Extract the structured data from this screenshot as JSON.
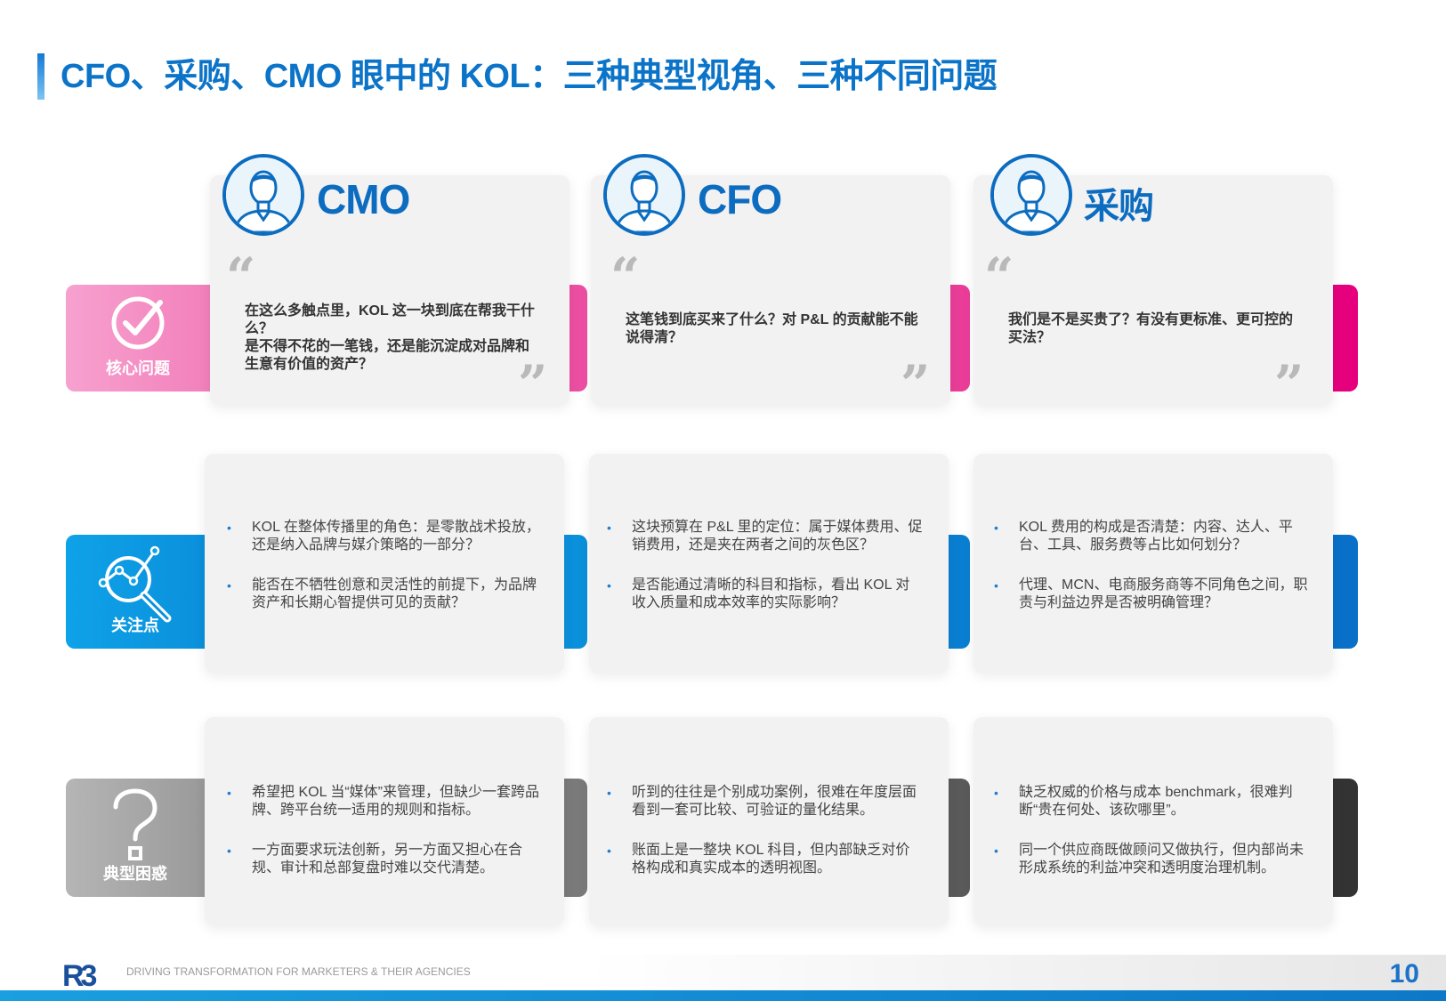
{
  "title": "CFO、采购、CMO 眼中的 KOL：三种典型视角、三种不同问题",
  "rows": {
    "core": {
      "label": "核心问题",
      "icon": "checkmark-circle-icon"
    },
    "focus": {
      "label": "关注点",
      "icon": "magnifier-chart-icon"
    },
    "confusion": {
      "label": "典型困惑",
      "icon": "question-mark-icon"
    }
  },
  "roles": [
    {
      "name": "CMO",
      "icon": "person-avatar-icon",
      "core": "在这么多触点里，KOL 这一块到底在帮我干什么？\n是不得不花的一笔钱，还是能沉淀成对品牌和生意有价值的资产？",
      "focus": [
        "KOL 在整体传播里的角色：是零散战术投放，还是纳入品牌与媒介策略的一部分？",
        "能否在不牺牲创意和灵活性的前提下，为品牌资产和长期心智提供可见的贡献？"
      ],
      "confusion": [
        "希望把 KOL 当“媒体”来管理，但缺少一套跨品牌、跨平台统一适用的规则和指标。",
        "一方面要求玩法创新，另一方面又担心在合规、审计和总部复盘时难以交代清楚。"
      ]
    },
    {
      "name": "CFO",
      "icon": "person-avatar-icon",
      "core": "这笔钱到底买来了什么？对 P&L 的贡献能不能说得清？",
      "focus": [
        "这块预算在 P&L 里的定位：属于媒体费用、促销费用，还是夹在两者之间的灰色区？",
        "是否能通过清晰的科目和指标，看出 KOL 对收入质量和成本效率的实际影响？"
      ],
      "confusion": [
        "听到的往往是个别成功案例，很难在年度层面看到一套可比较、可验证的量化结果。",
        "账面上是一整块 KOL 科目，但内部缺乏对价格构成和真实成本的透明视图。"
      ]
    },
    {
      "name": "采购",
      "icon": "person-avatar-icon",
      "core": "我们是不是买贵了？有没有更标准、更可控的买法？",
      "focus": [
        "KOL 费用的构成是否清楚：内容、达人、平台、工具、服务费等占比如何划分？",
        "代理、MCN、电商服务商等不同角色之间，职责与利益边界是否被明确管理？"
      ],
      "confusion": [
        "缺乏权威的价格与成本 benchmark，很难判断“贵在何处、该砍哪里”。",
        "同一个供应商既做顾问又做执行，但内部尚未形成系统的利益冲突和透明度治理机制。"
      ]
    }
  ],
  "quote_open": "“",
  "quote_close": "”",
  "bullet": "•",
  "colors": {
    "title": "#0c74c8",
    "core": "#ec4fa2",
    "focus": "#0b84d8",
    "confusion": "#5a5a5a"
  },
  "footer": {
    "logo_text": "R3",
    "tagline": "DRIVING TRANSFORMATION FOR MARKETERS & THEIR AGENCIES",
    "page_number": "10"
  }
}
